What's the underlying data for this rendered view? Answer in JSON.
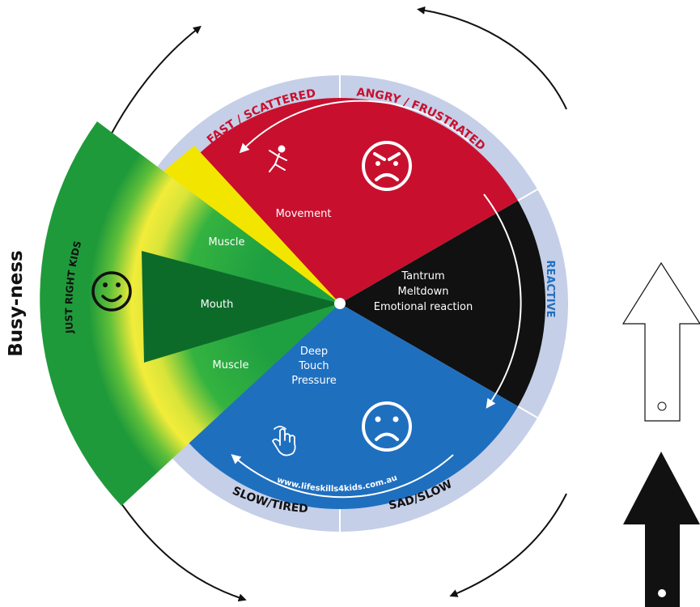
{
  "side_label": "Busy-ness",
  "zones": {
    "fast": "FAST / SCATTERED",
    "angry": "ANGRY / FRUSTRATED",
    "reactive": "REACTIVE",
    "sad": "SAD/SLOW",
    "slow": "SLOW/TIRED",
    "just_right": "JUST RIGHT KIDS"
  },
  "strategies": {
    "movement": "Movement",
    "muscle_top": "Muscle",
    "mouth": "Mouth",
    "muscle_bottom": "Muscle",
    "deep_touch": [
      "Deep",
      "Touch",
      "Pressure"
    ],
    "tantrum": [
      "Tantrum",
      "Meltdown",
      "Emotional reaction"
    ]
  },
  "website": "www.lifeskills4kids.com.au",
  "colors": {
    "ring": "#c5cfe8",
    "red": "#c8102e",
    "black": "#111111",
    "blue": "#1f6fbf",
    "yellow": "#f2e600",
    "green": "#1fa040",
    "dark_green": "#0d6b2a",
    "reactive_text": "#1f6fbf",
    "zone_text": "#c8102e",
    "sad_text": "#111111"
  },
  "icons": [
    "fast-person-icon",
    "angry-face-icon",
    "sad-face-icon",
    "smiley-face-icon",
    "hand-touch-icon",
    "outline-up-arrow-icon",
    "filled-up-arrow-icon",
    "curved-arrow-icon"
  ]
}
